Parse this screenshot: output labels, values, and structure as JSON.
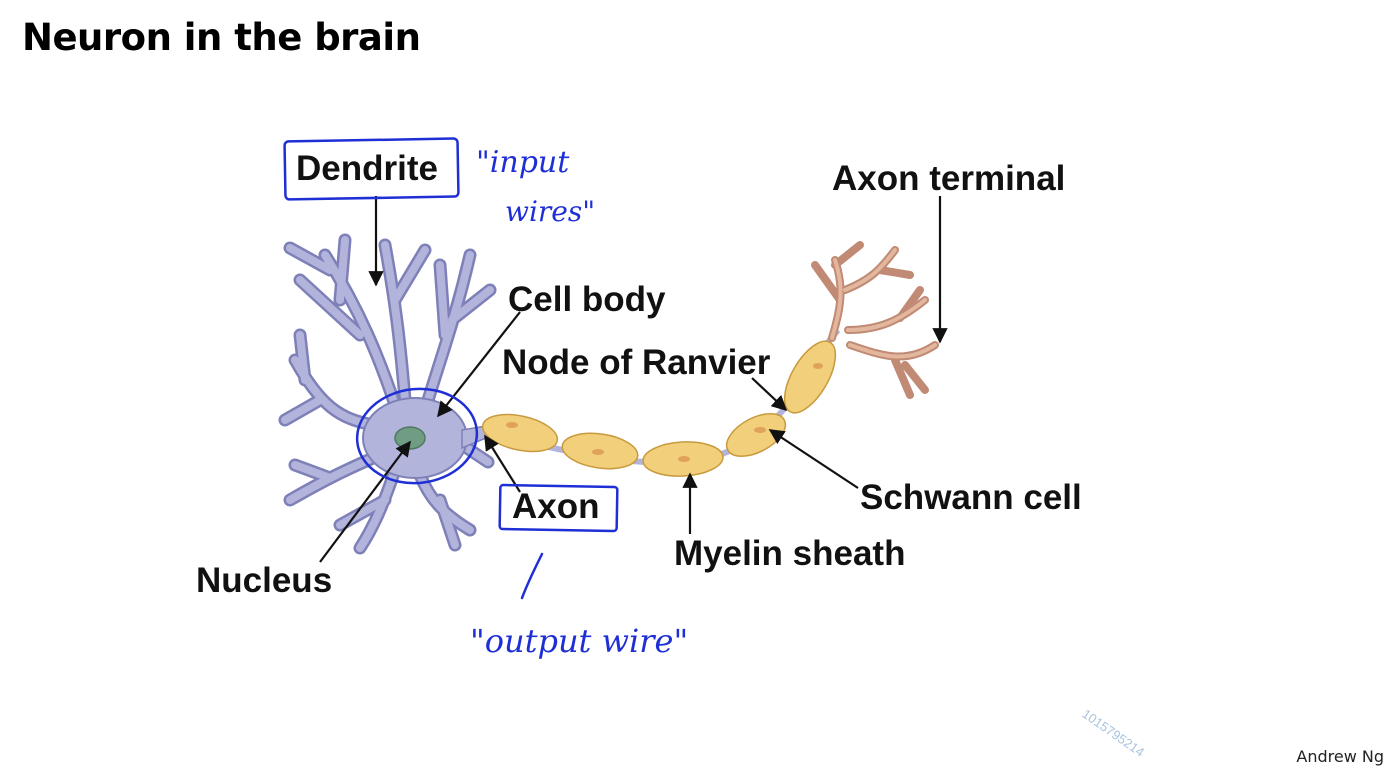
{
  "slide": {
    "title": "Neuron in the brain",
    "author": "Andrew Ng",
    "watermark": "1015795214"
  },
  "diagram": {
    "labels": {
      "dendrite": "Dendrite",
      "axon_terminal": "Axon terminal",
      "cell_body": "Cell body",
      "node_of_ranvier": "Node of Ranvier",
      "axon": "Axon",
      "schwann_cell": "Schwann cell",
      "myelin_sheath": "Myelin sheath",
      "nucleus": "Nucleus"
    },
    "annotations": {
      "input_line1": "\"input",
      "input_line2": "wires\"",
      "output": "\"output wire\""
    },
    "colors": {
      "neuron_body": "#b3b4dc",
      "neuron_outline": "#7e80b8",
      "nucleus": "#6f9c82",
      "myelin": "#f2cf7a",
      "myelin_outline": "#c89a3e",
      "terminal": "#d9a58c",
      "annotation_ink": "#1f2fd6"
    }
  }
}
